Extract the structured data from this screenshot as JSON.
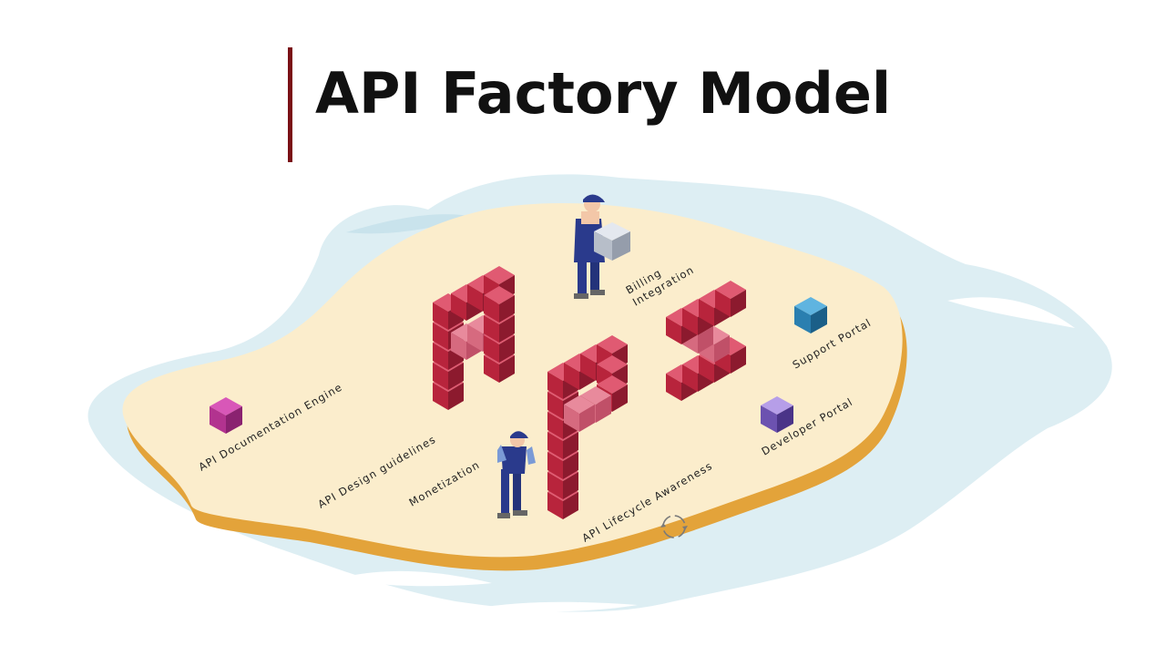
{
  "title": "API Factory Model",
  "colors": {
    "accent_bar": "#7a1016",
    "water": "#ddeef3",
    "island_top": "#fbedcc",
    "island_edge": "#e3a33a",
    "cube_red": "#b8243c",
    "cube_magenta": "#b2338f",
    "cube_blue": "#2a7fb0",
    "cube_purple": "#6c52b0"
  },
  "labels": {
    "billing": [
      "Billing",
      "Integration"
    ],
    "support_portal": "Support Portal",
    "developer_portal": "Developer Portal",
    "api_doc_engine": "API Documentation Engine",
    "api_design": "API Design guidelines",
    "monetization": "Monetization",
    "lifecycle": "API Lifecycle Awareness"
  },
  "icons": [
    "magenta-cube-icon",
    "blue-cube-icon",
    "purple-cube-icon",
    "cycle-icon"
  ]
}
